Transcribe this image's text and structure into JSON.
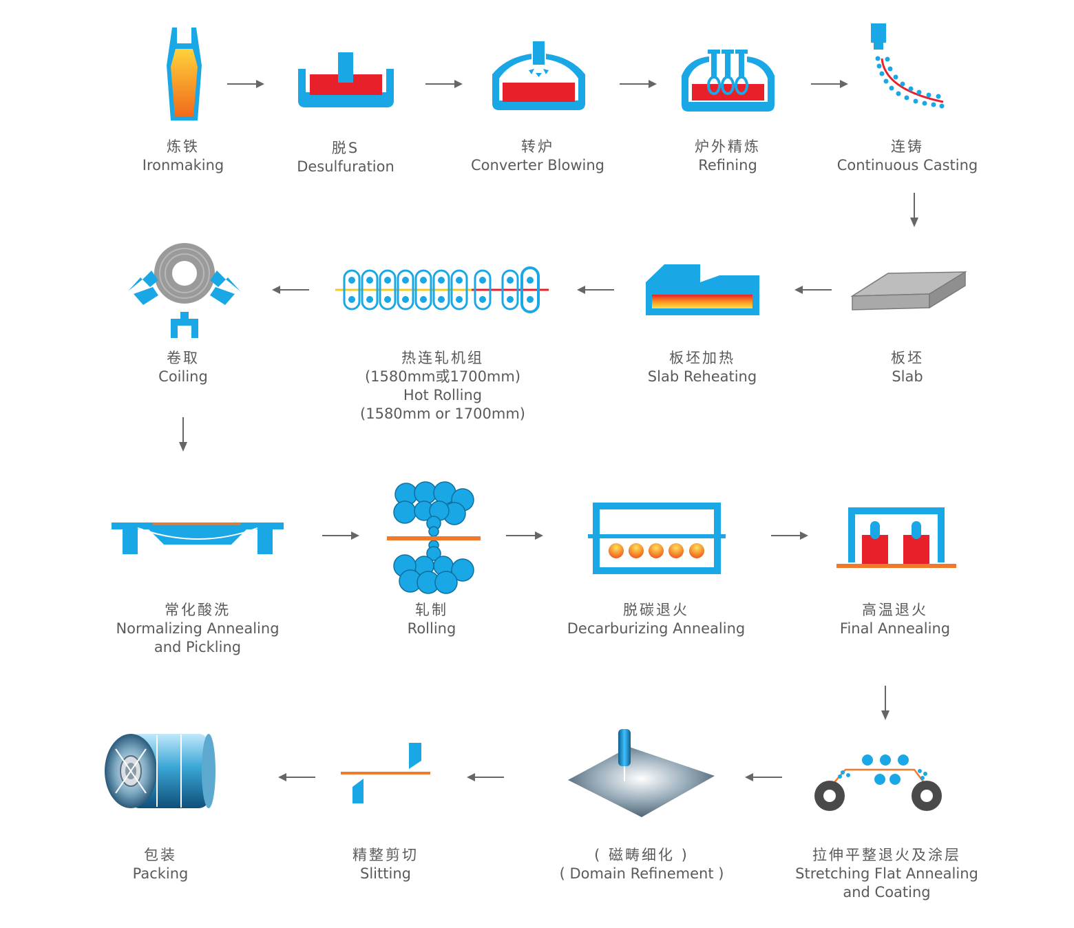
{
  "steps": [
    {
      "cn": "炼铁",
      "en": "Ironmaking",
      "icon": "ironmaking-furnace-icon"
    },
    {
      "cn": "脱S",
      "en": "Desulfuration",
      "icon": "desulfuration-ladle-icon"
    },
    {
      "cn": "转炉",
      "en": "Converter Blowing",
      "icon": "converter-icon"
    },
    {
      "cn": "炉外精炼",
      "en": "Refining",
      "icon": "refining-icon"
    },
    {
      "cn": "连铸",
      "en": "Continuous Casting",
      "icon": "continuous-casting-icon"
    },
    {
      "cn": "板坯",
      "en": "Slab",
      "icon": "slab-icon"
    },
    {
      "cn": "板坯加热",
      "en": "Slab Reheating",
      "icon": "slab-reheating-furnace-icon"
    },
    {
      "cn": "热连轧机组",
      "en": "Hot Rolling",
      "cn2": "(1580mm或1700mm)",
      "en2": "(1580mm or 1700mm)",
      "icon": "hot-rolling-mill-icon"
    },
    {
      "cn": "卷取",
      "en": "Coiling",
      "icon": "coiler-icon"
    },
    {
      "cn": "常化酸洗",
      "en": "Normalizing Annealing",
      "en2": "and Pickling",
      "icon": "pickling-line-icon"
    },
    {
      "cn": "轧制",
      "en": "Rolling",
      "icon": "rolling-mill-icon"
    },
    {
      "cn": "脱碳退火",
      "en": "Decarburizing Annealing",
      "icon": "decarburizing-furnace-icon"
    },
    {
      "cn": "高温退火",
      "en": "Final Annealing",
      "icon": "final-annealing-furnace-icon"
    },
    {
      "cn": "拉伸平整退火及涂层",
      "en": "Stretching Flat Annealing",
      "en2": "and Coating",
      "icon": "stretching-coating-line-icon"
    },
    {
      "cn": "( 磁畴细化 )",
      "en": "( Domain Refinement )",
      "icon": "laser-domain-refinement-icon"
    },
    {
      "cn": "精整剪切",
      "en": "Slitting",
      "icon": "slitting-shears-icon"
    },
    {
      "cn": "包装",
      "en": "Packing",
      "icon": "packed-coil-icon"
    }
  ],
  "colors": {
    "blue": "#1aa7e6",
    "red": "#e8202a",
    "orange": "#f07a2a",
    "gray": "#9a9a9a",
    "arrow": "#666666"
  }
}
